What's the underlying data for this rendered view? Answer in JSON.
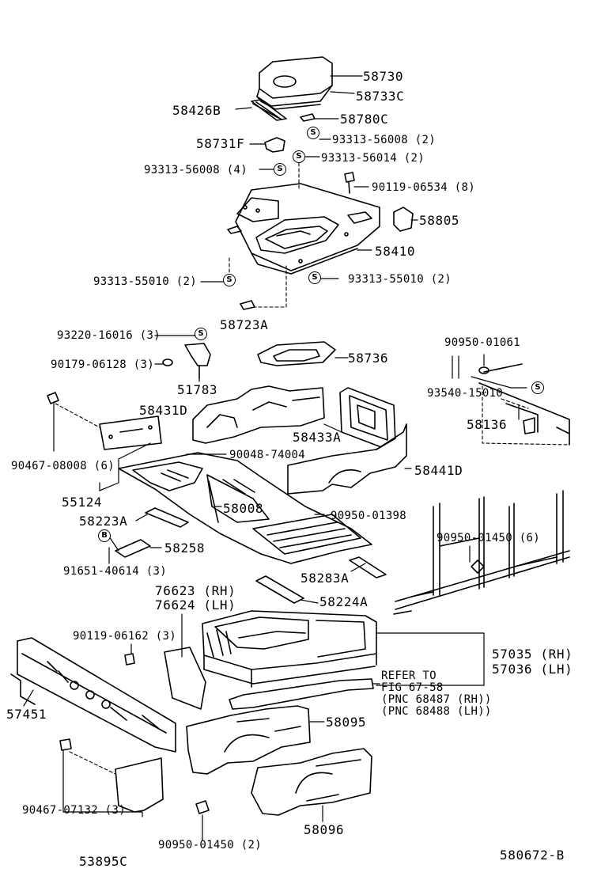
{
  "diagram_id": "580672-B",
  "part_labels": {
    "p58730": "58730",
    "p58733C": "58733C",
    "p58426B": "58426B",
    "p58780C": "58780C",
    "p93313_56008_2": "93313-56008 (2)",
    "p58731F": "58731F",
    "p93313_56008_4": "93313-56008 (4)",
    "p93313_56014_2": "93313-56014 (2)",
    "p90119_06534_8": "90119-06534 (8)",
    "p58805": "58805",
    "p58410": "58410",
    "p93313_55010_2_left": "93313-55010 (2)",
    "p93313_55010_2_right": "93313-55010 (2)",
    "p58723A": "58723A",
    "p93220_16016_3": "93220-16016 (3)",
    "p90179_06128_3": "90179-06128 (3)",
    "p51783": "51783",
    "p58736": "58736",
    "p90950_01061": "90950-01061",
    "p93540_15010": "93540-15010",
    "p58136": "58136",
    "p58431D": "58431D",
    "p58433A": "58433A",
    "p58441D": "58441D",
    "p90467_08008_6": "90467-08008 (6)",
    "p90048_74004": "90048-74004",
    "p55124": "55124",
    "p58008": "58008",
    "p58223A": "58223A",
    "p90950_01398": "90950-01398",
    "p90950_01450_6": "90950-01450 (6)",
    "p58258": "58258",
    "p91651_40614_3": "91651-40614 (3)",
    "p58283A": "58283A",
    "p76623_RH": "76623 (RH)",
    "p76624_LH": "76624 (LH)",
    "p58224A": "58224A",
    "p90119_06162_3": "90119-06162 (3)",
    "p57035_RH": "57035 (RH)",
    "p57036_LH": "57036 (LH)",
    "refer_line1": "REFER TO",
    "refer_line2": "FIG 67-58",
    "refer_line3": "(PNC 68487 (RH))",
    "refer_line4": "(PNC 68488 (LH))",
    "p57451": "57451",
    "p58095": "58095",
    "p90467_07132_3": "90467-07132 (3)",
    "p90950_01450_2": "90950-01450 (2)",
    "p58096": "58096",
    "p53895C": "53895C"
  },
  "markers": {
    "s": "S",
    "b": "B"
  },
  "colors": {
    "ink": "#000000",
    "paper": "#ffffff"
  }
}
